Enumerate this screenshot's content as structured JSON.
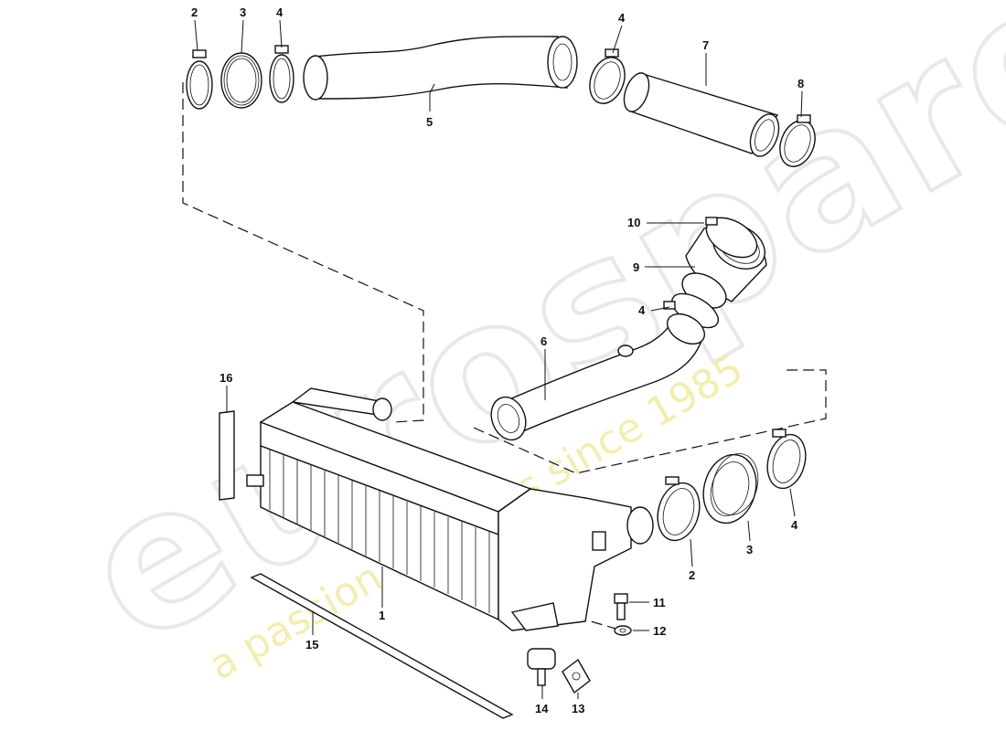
{
  "watermark": {
    "brand": "eurospares",
    "tagline": "a passion for parts since 1985",
    "brand_color": "#e6e6e6",
    "tagline_color": "#efe89a"
  },
  "callouts": [
    {
      "id": "c1",
      "text": "1"
    },
    {
      "id": "c2a",
      "text": "2"
    },
    {
      "id": "c2b",
      "text": "2"
    },
    {
      "id": "c3a",
      "text": "3"
    },
    {
      "id": "c3b",
      "text": "3"
    },
    {
      "id": "c4a",
      "text": "4"
    },
    {
      "id": "c4b",
      "text": "4"
    },
    {
      "id": "c4c",
      "text": "4"
    },
    {
      "id": "c4d",
      "text": "4"
    },
    {
      "id": "c5",
      "text": "5"
    },
    {
      "id": "c6",
      "text": "6"
    },
    {
      "id": "c7",
      "text": "7"
    },
    {
      "id": "c8",
      "text": "8"
    },
    {
      "id": "c9",
      "text": "9"
    },
    {
      "id": "c10",
      "text": "10"
    },
    {
      "id": "c11",
      "text": "11"
    },
    {
      "id": "c12",
      "text": "12"
    },
    {
      "id": "c13",
      "text": "13"
    },
    {
      "id": "c14",
      "text": "14"
    },
    {
      "id": "c15",
      "text": "15"
    },
    {
      "id": "c16",
      "text": "16"
    }
  ]
}
